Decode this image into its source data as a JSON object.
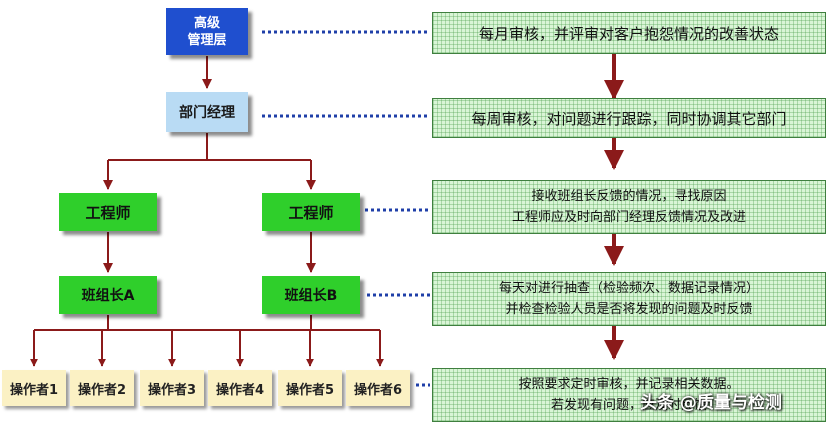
{
  "org": {
    "top_management": "高级管理层",
    "top_management_lines": [
      "高级",
      "管理层"
    ],
    "department_manager": "部门经理",
    "engineers": [
      "工程师",
      "工程师"
    ],
    "team_leaders": [
      "班组长A",
      "班组长B"
    ],
    "operators": [
      "操作者1",
      "操作者2",
      "操作者3",
      "操作者4",
      "操作者5",
      "操作者6"
    ]
  },
  "notes": [
    {
      "lines": [
        "每月审核，并评审对客户抱怨情况的改善状态"
      ]
    },
    {
      "lines": [
        "每周审核，对问题进行跟踪，同时协调其它部门"
      ]
    },
    {
      "lines": [
        "接收班组长反馈的情况，寻找原因",
        "工程师应及时向部门经理反馈情况及改进"
      ]
    },
    {
      "lines": [
        "每天对进行抽查（检验频次、数据记录情况）",
        "并检查检验人员是否将发现的问题及时反馈"
      ]
    },
    {
      "lines": [
        "按照要求定时审核，并记录相关数据。",
        "若发现有问题，应及时反馈"
      ]
    }
  ],
  "watermark": "头条 @质量与检测",
  "colors": {
    "top": "#1f4fcf",
    "manager": "#b9dbf4",
    "engineer": "#2fcf2b",
    "operator": "#fbf1c4",
    "connector": "#8b1a1a",
    "dots": "#1f3fa8"
  }
}
